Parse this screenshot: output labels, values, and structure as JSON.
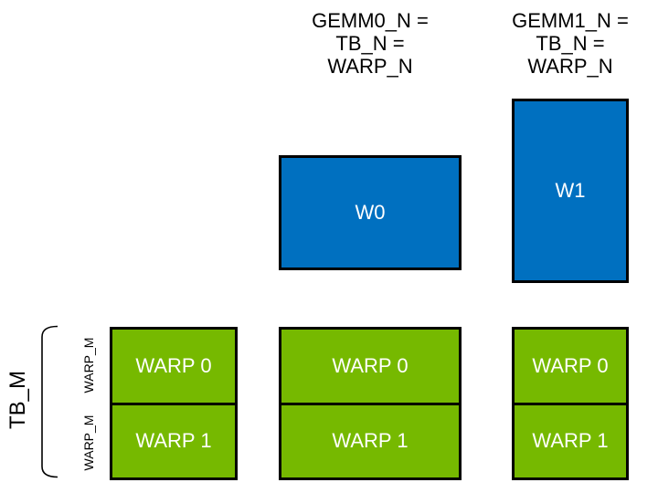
{
  "colors": {
    "nvidia_green": "#76B900",
    "blue": "#0070C0",
    "outline": "#000000",
    "box_text": "#FFFFFF",
    "label_text": "#000000"
  },
  "headers": {
    "gemm0": {
      "lines": [
        "GEMM0_N =",
        "TB_N =",
        "WARP_N"
      ]
    },
    "gemm1": {
      "lines": [
        "GEMM1_N =",
        "TB_N =",
        "WARP_N"
      ]
    }
  },
  "blue_tiles": {
    "w0": "W0",
    "w1": "W1"
  },
  "green_tiles": {
    "left": {
      "warp0": "WARP 0",
      "warp1": "WARP 1"
    },
    "middle": {
      "warp0": "WARP 0",
      "warp1": "WARP 1"
    },
    "right": {
      "warp0": "WARP 0",
      "warp1": "WARP 1"
    }
  },
  "side_labels": {
    "tb_m": "TB_M",
    "warp_m_row0": "WARP_M",
    "warp_m_row1": "WARP_M"
  }
}
